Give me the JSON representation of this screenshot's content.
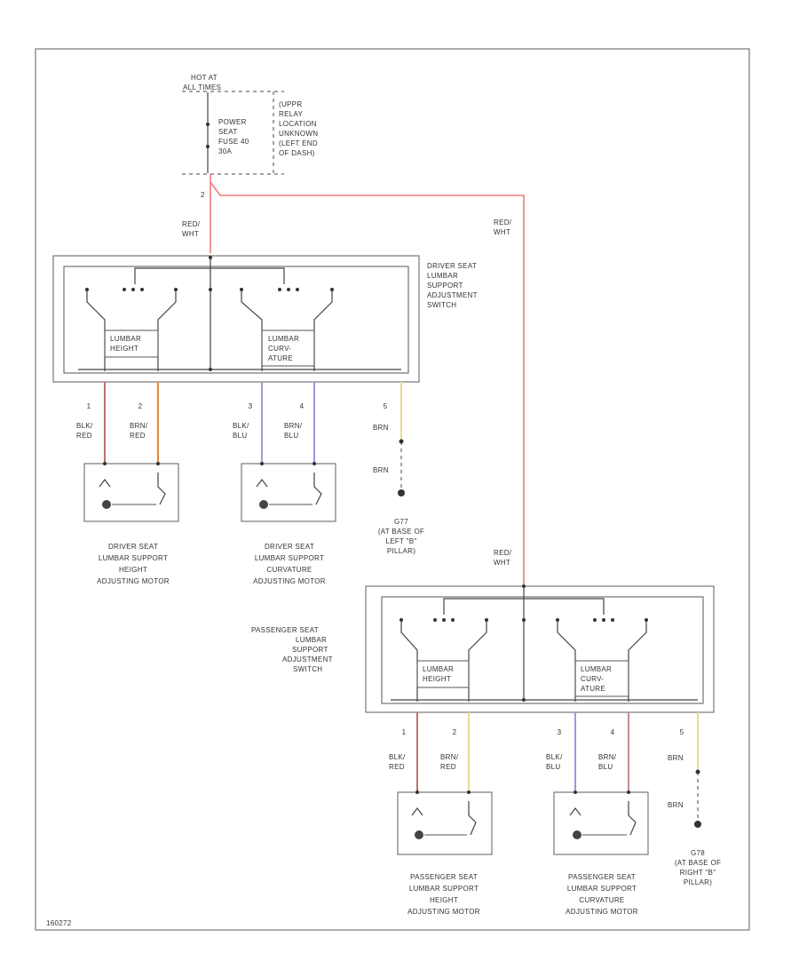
{
  "fuse_block": {
    "source_lines": [
      "HOT AT",
      "ALL TIMES"
    ],
    "fuse_lines": [
      "POWER",
      "SEAT",
      "FUSE 40",
      "30A"
    ],
    "relay_lines": [
      "(UPPR",
      "RELAY",
      "LOCATION",
      "UNKNOWN",
      "(LEFT END",
      "OF DASH)"
    ],
    "pin": "2"
  },
  "wires": {
    "supply_left": [
      "RED/",
      "WHT"
    ],
    "supply_right": [
      "RED/",
      "WHT"
    ],
    "supply_passenger": [
      "RED/",
      "WHT"
    ]
  },
  "driver_switch": {
    "label_lines": [
      "DRIVER SEAT",
      "LUMBAR",
      "SUPPORT",
      "ADJUSTMENT",
      "SWITCH"
    ],
    "height_label": [
      "LUMBAR",
      "HEIGHT"
    ],
    "curvature_label": [
      "LUMBAR",
      "CURV-",
      "ATURE"
    ],
    "pins": [
      "1",
      "2",
      "3",
      "4",
      "5"
    ],
    "wire_colors": [
      [
        "BLK/",
        "RED"
      ],
      [
        "BRN/",
        "RED"
      ],
      [
        "BLK/",
        "BLU"
      ],
      [
        "BRN/",
        "BLU"
      ]
    ],
    "ground_wire_top": "BRN",
    "ground_wire_bottom": "BRN",
    "ground_label": [
      "G77",
      "(AT BASE OF",
      "LEFT \"B\"",
      "PILLAR)"
    ]
  },
  "driver_motors": {
    "height_label": [
      "DRIVER SEAT",
      "LUMBAR SUPPORT",
      "HEIGHT",
      "ADJUSTING MOTOR"
    ],
    "curvature_label": [
      "DRIVER SEAT",
      "LUMBAR SUPPORT",
      "CURVATURE",
      "ADJUSTING MOTOR"
    ]
  },
  "passenger_switch": {
    "label_lines": [
      "PASSENGER SEAT",
      "LUMBAR",
      "SUPPORT",
      "ADJUSTMENT",
      "SWITCH"
    ],
    "height_label": [
      "LUMBAR",
      "HEIGHT"
    ],
    "curvature_label": [
      "LUMBAR",
      "CURV-",
      "ATURE"
    ],
    "pins": [
      "1",
      "2",
      "3",
      "4",
      "5"
    ],
    "wire_colors": [
      [
        "BLK/",
        "RED"
      ],
      [
        "BRN/",
        "RED"
      ],
      [
        "BLK/",
        "BLU"
      ],
      [
        "BRN/",
        "BLU"
      ]
    ],
    "ground_wire_top": "BRN",
    "ground_wire_bottom": "BRN",
    "ground_label": [
      "G78",
      "(AT BASE OF",
      "RIGHT \"B\"",
      "PILLAR)"
    ]
  },
  "passenger_motors": {
    "height_label": [
      "PASSENGER SEAT",
      "LUMBAR SUPPORT",
      "HEIGHT",
      "ADJUSTING MOTOR"
    ],
    "curvature_label": [
      "PASSENGER SEAT",
      "LUMBAR SUPPORT",
      "CURVATURE",
      "ADJUSTING MOTOR"
    ]
  },
  "footer_code": "160272",
  "colors": {
    "red_wht": "#f27a7a",
    "red": "#c07070",
    "brn": "#e58a3a",
    "blu": "#9a9ae0",
    "yellow": "#e8dc90",
    "gray": "#555555"
  }
}
